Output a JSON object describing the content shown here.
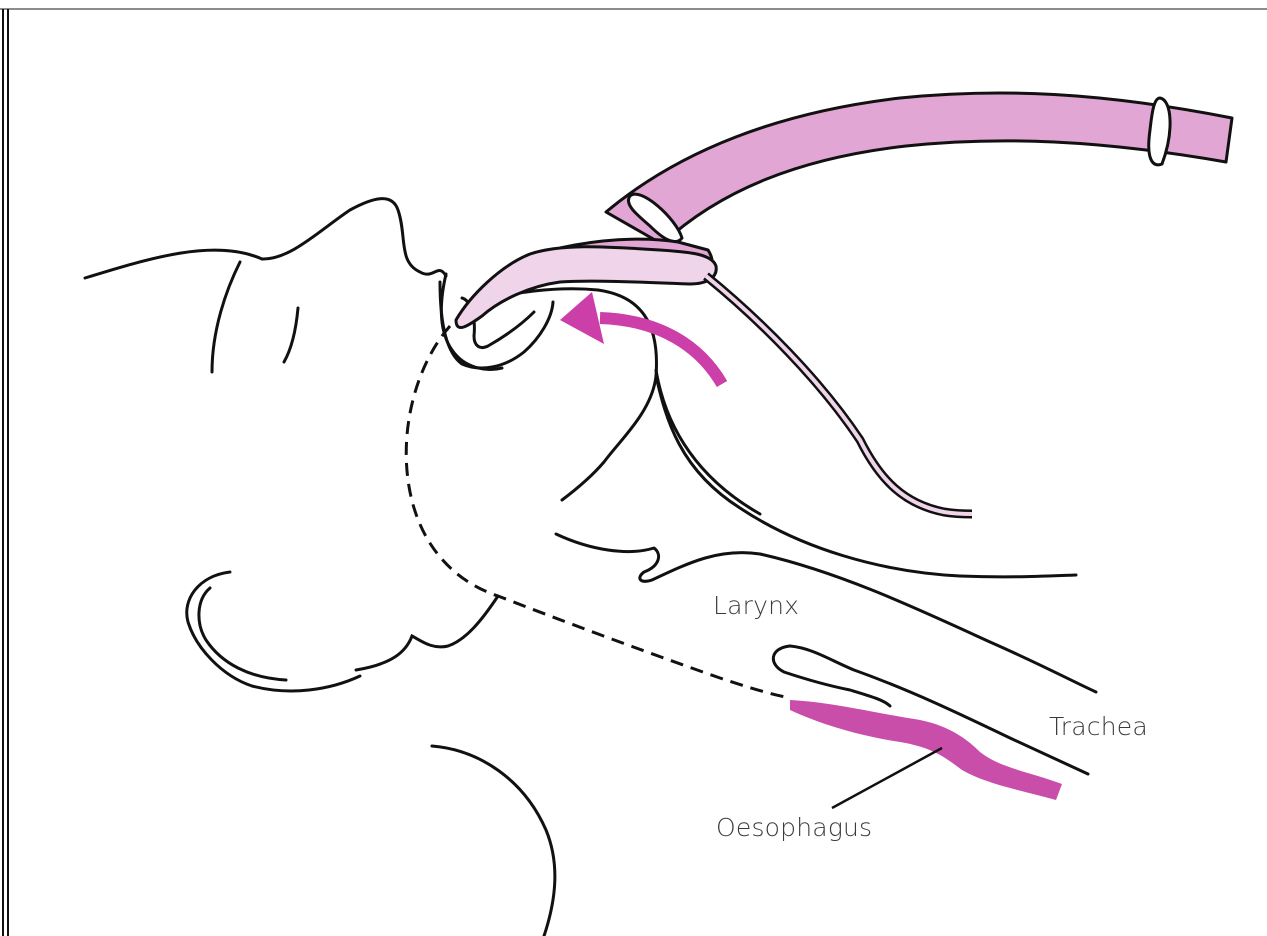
{
  "diagram": {
    "labels": {
      "larynx": "Larynx",
      "trachea": "Trachea",
      "oesophagus": "Oesophagus"
    },
    "colors": {
      "outline": "#111111",
      "tube_fill": "#e1a6d3",
      "cuff_fill": "#f0d4ea",
      "arrow": "#cc3fa8",
      "oesophagus_fill": "#c94ea9",
      "frame_border": "#8c8c8c"
    }
  }
}
